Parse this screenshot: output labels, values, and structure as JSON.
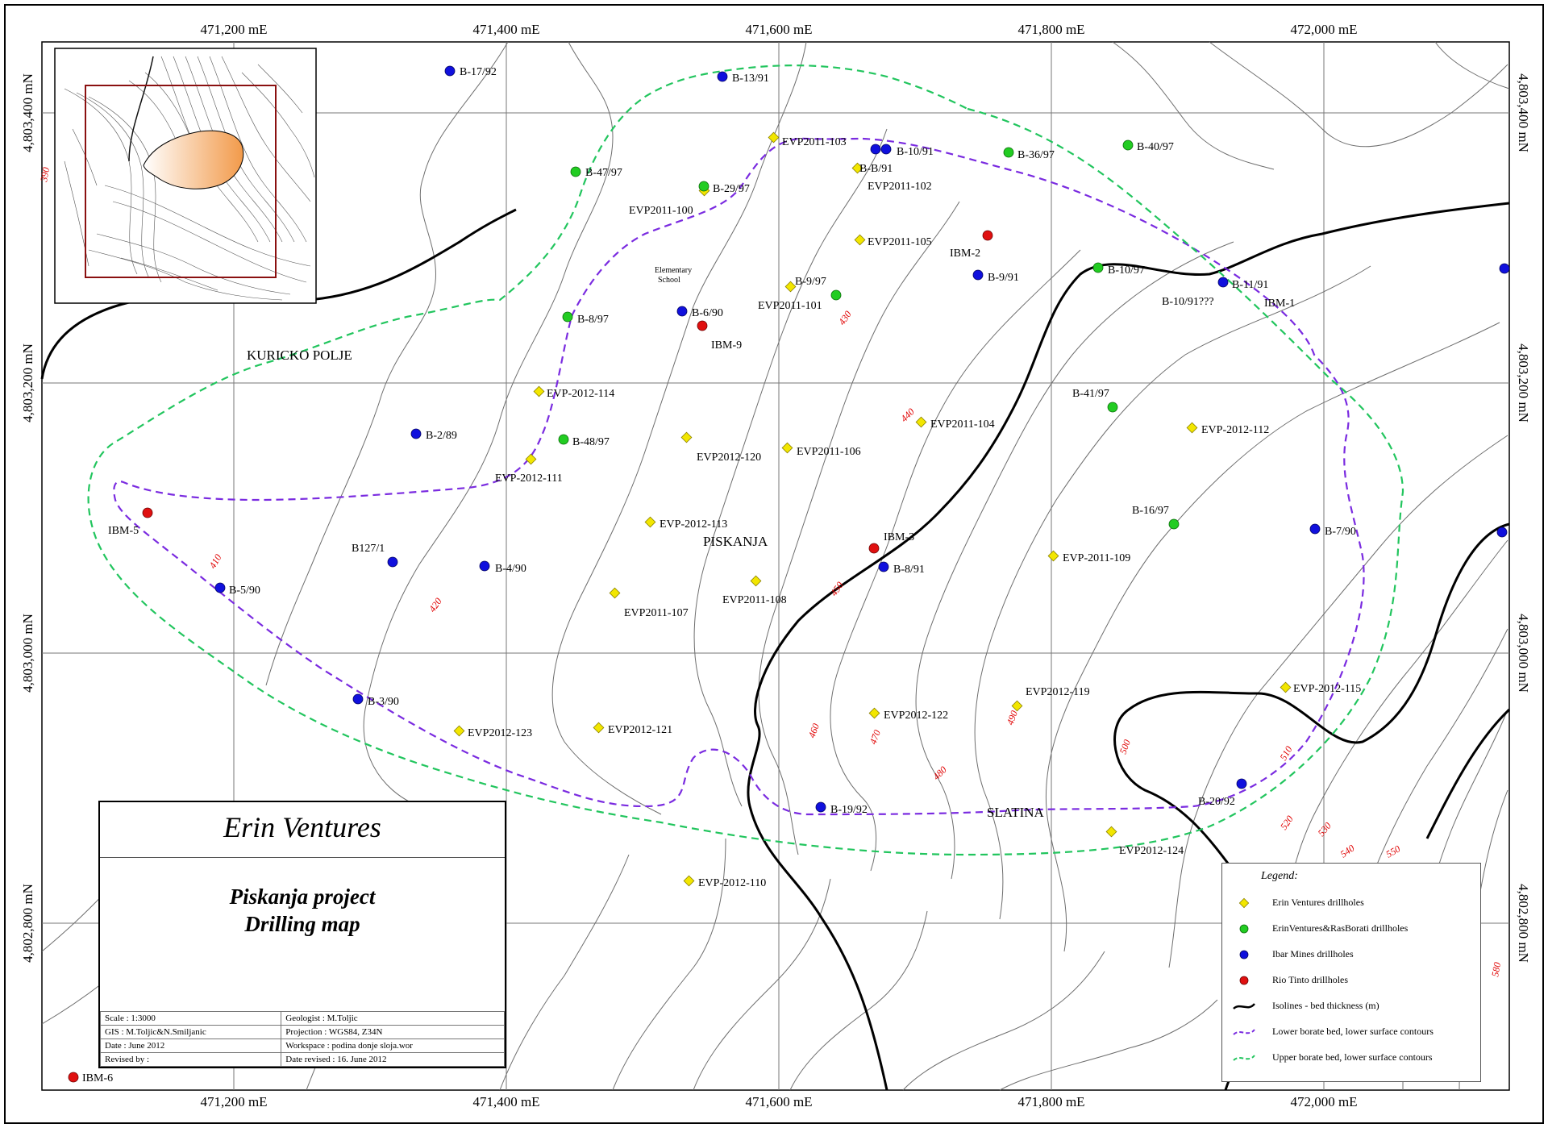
{
  "map": {
    "grid": {
      "eastings_top": [
        "471,200 mE",
        "471,400 mE",
        "471,600 mE",
        "471,800 mE",
        "472,000 mE"
      ],
      "eastings_bottom": [
        "471,200 mE",
        "471,400 mE",
        "471,600 mE",
        "471,800 mE",
        "472,000 mE"
      ],
      "northings": [
        "4,803,400 mN",
        "4,803,200 mN",
        "4,803,000 mN",
        "4,802,800 mN"
      ]
    },
    "places": [
      "KURICKO POLJE",
      "PISKANJA",
      "SLATINA",
      "Elementary",
      "School"
    ],
    "drillholes": {
      "erin": [
        "EVP2011-103",
        "B-B/91",
        "EVP2011-102",
        "EVP2011-100",
        "EVP2011-105",
        "B-9/97",
        "EVP2011-101",
        "EVP-2012-114",
        "EVP2012-120",
        "EVP2011-106",
        "EVP2011-104",
        "EVP-2012-112",
        "EVP-2012-111",
        "EVP-2012-113",
        "EVP2011-107",
        "EVP2011-108",
        "EVP-2011-109",
        "EVP2012-119",
        "EVP-2012-115",
        "EVP2012-122",
        "EVP2012-123",
        "EVP2012-121",
        "EVP2012-124",
        "EVP-2012-110"
      ],
      "rasborati": [
        "B-47/97",
        "B-29/97",
        "B-36/97",
        "B-40/97",
        "B-10/97",
        "B-8/97",
        "B-48/97",
        "B-41/97",
        "B-16/97"
      ],
      "ibar": [
        "B-17/92",
        "B-13/91",
        "B-10/91",
        "B-9/91",
        "B-11/91",
        "B-6/90",
        "B-2/89",
        "B127/1",
        "B-4/90",
        "B-5/90",
        "B-8/91",
        "B-7/90",
        "B-3/90",
        "B-19/92",
        "B-20/92"
      ],
      "rio": [
        "IBM-2",
        "IBM-9",
        "IBM-5",
        "IBM-3",
        "IBM-6"
      ],
      "extra": [
        "IBM-1",
        "B-10/91???"
      ]
    },
    "contour_labels": [
      "390",
      "410",
      "420",
      "430",
      "440",
      "450",
      "460",
      "470",
      "480",
      "490",
      "500",
      "510",
      "520",
      "530",
      "540",
      "550",
      "580"
    ]
  },
  "titlebox": {
    "company": "Erin Ventures",
    "project_line1": "Piskanja project",
    "project_line2": "Drilling map",
    "scale": "Scale :    1:3000",
    "geologist": "Geologist : M.Toljic",
    "gis": "GIS : M.Toljic&N.Smiljanic",
    "projection": "Projection : WGS84, Z34N",
    "date": "Date : June 2012",
    "workspace": "Workspace : podina donje sloja.wor",
    "revised_by": "Revised by :",
    "date_revised": "Date revised : 16. June 2012"
  },
  "legend": {
    "title": "Legend:",
    "items": [
      "Erin Ventures drillholes",
      "ErinVentures&RasBorati drillholes",
      "Ibar Mines drillholes",
      "Rio Tinto drillholes",
      "Isolines - bed thickness (m)",
      "Lower borate bed, lower surface contours",
      "Upper borate bed, lower surface contours"
    ]
  },
  "colors": {
    "erin": "#f2e600",
    "rasborati": "#22cc22",
    "ibar": "#1010dd",
    "rio": "#e01010",
    "lower_bed": "#7a2be0",
    "upper_bed": "#22c55e",
    "contour_label": "#e00000"
  }
}
